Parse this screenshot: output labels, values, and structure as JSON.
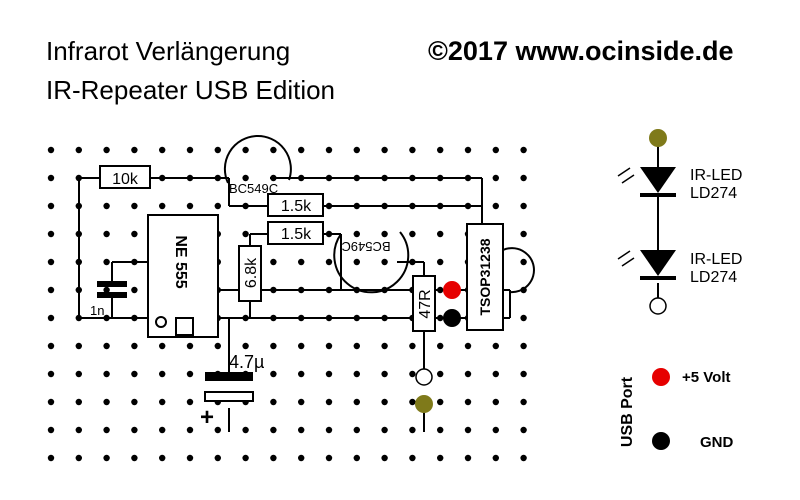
{
  "header": {
    "title_line1": "Infrarot Verlängerung",
    "title_line2": "IR-Repeater USB Edition",
    "copyright": "©2017 www.ocinside.de"
  },
  "components": {
    "r_10k": "10k",
    "r_1k5_a": "1.5k",
    "r_1k5_b": "1.5k",
    "r_6k8": "6.8k",
    "r_47r": "47R",
    "ic_label": "NE 555",
    "cap_1n": "1n",
    "cap_4u7": "4.7µ",
    "cap_plus": "+",
    "transistor_a": "BC549C",
    "transistor_b": "BC549C",
    "receiver": "TSOP31238"
  },
  "leds": {
    "led1_line1": "IR-LED",
    "led1_line2": "LD274",
    "led2_line1": "IR-LED",
    "led2_line2": "LD274"
  },
  "usb": {
    "label": "USB Port",
    "plus_label": "+5 Volt",
    "gnd_label": "GND"
  },
  "colors": {
    "pad_olive": "#7f7a1a",
    "pad_red": "#e60000",
    "pad_black": "#000000",
    "trace": "#000000"
  }
}
